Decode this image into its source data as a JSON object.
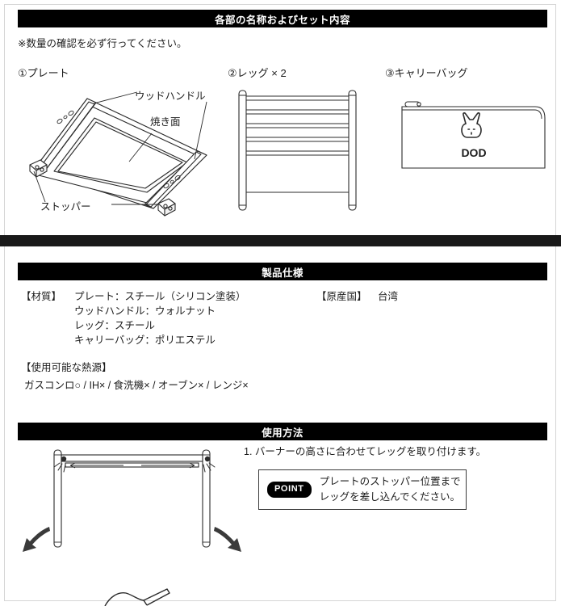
{
  "sections": {
    "parts": {
      "title": "各部の名称およびセット内容",
      "note": "※数量の確認を必ず行ってください。",
      "items": [
        {
          "label": "①プレート",
          "icon": "griddle-plate-icon"
        },
        {
          "label": "②レッグ × 2",
          "icon": "leg-frame-icon"
        },
        {
          "label": "③キャリーバッグ",
          "icon": "carry-bag-icon"
        }
      ],
      "callouts": {
        "wood_handle": "ウッドハンドル",
        "cooking_surface": "焼き面",
        "stopper": "ストッパー"
      },
      "bag_logo_text": "DOD"
    },
    "spec": {
      "title": "製品仕様",
      "material_heading": "【材質】",
      "material_lines": [
        "プレート：スチール（シリコン塗装）",
        "ウッドハンドル：ウォルナット",
        "レッグ：スチール",
        "キャリーバッグ：ポリエステル"
      ],
      "origin_heading": "【原産国】",
      "origin_value": "台湾",
      "heat_heading": "【使用可能な熱源】",
      "heat_value": "ガスコンロ○ / IH× / 食洗機× / オーブン× / レンジ×"
    },
    "usage": {
      "title": "使用方法",
      "step_1": "1. バーナーの高さに合わせてレッグを取り付けます。",
      "point_badge": "POINT",
      "point_text": "プレートのストッパー位置まで\nレッグを差し込んでください。"
    }
  },
  "colors": {
    "bar_background": "#000000",
    "bar_text": "#ffffff",
    "body_text": "#1c1c1c",
    "line": "#2b2b2b",
    "page_background": "#ffffff"
  }
}
